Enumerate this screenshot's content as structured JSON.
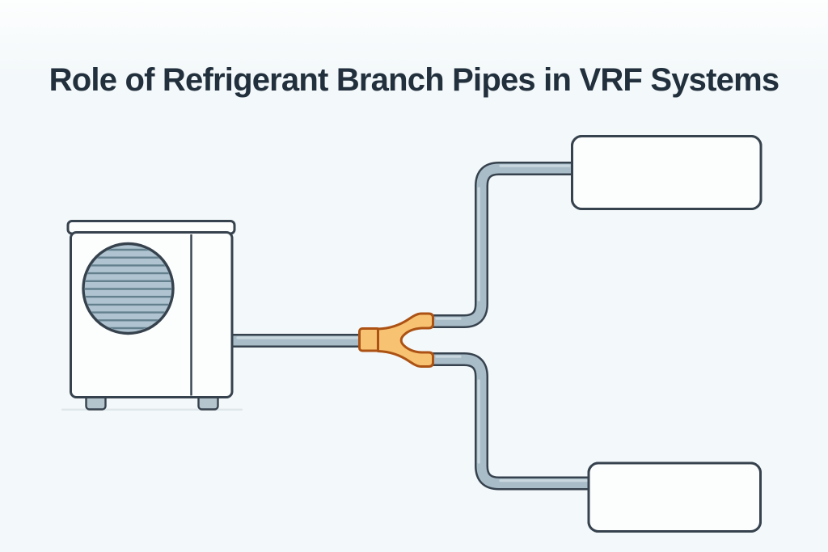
{
  "title": "Role of Refrigerant Branch Pipes in VRF Systems",
  "diagram": {
    "type": "schematic-illustration",
    "subject": "VRF refrigerant piping with Y-branch joint",
    "components": [
      {
        "name": "outdoor-unit",
        "role": "VRF outdoor condensing unit with circular fan grille and two feet"
      },
      {
        "name": "main-refrigerant-pipe",
        "role": "refrigerant line from outdoor unit to branch joint"
      },
      {
        "name": "refrigerant-branch-joint",
        "role": "orange Y-shaped refrigerant branch pipe splitting one line into two"
      },
      {
        "name": "upper-branch-pipe",
        "role": "branch line rising to the upper indoor unit"
      },
      {
        "name": "lower-branch-pipe",
        "role": "branch line dropping to the lower indoor unit"
      },
      {
        "name": "indoor-unit-top",
        "role": "wall-mounted indoor unit with air outlet louver"
      },
      {
        "name": "indoor-unit-bottom",
        "role": "wall-mounted indoor unit with air outlet louver"
      }
    ]
  },
  "colors": {
    "background_top": "#fdfefe",
    "background": "#f3f8fa",
    "title_text": "#22303d",
    "outline": "#36424d",
    "unit_fill": "#fcfdfd",
    "unit_lower_fill": "#f1f4f6",
    "pipe_fill": "#a9bdc9",
    "pipe_highlight": "#ccd9e0",
    "branch_fill": "#f7c271",
    "branch_outline": "#ac5214",
    "fan_fill": "#afc4d0",
    "fan_stripe": "#64808f",
    "foot_fill": "#b5c5ce",
    "ground_line": "#dfe7ea"
  }
}
